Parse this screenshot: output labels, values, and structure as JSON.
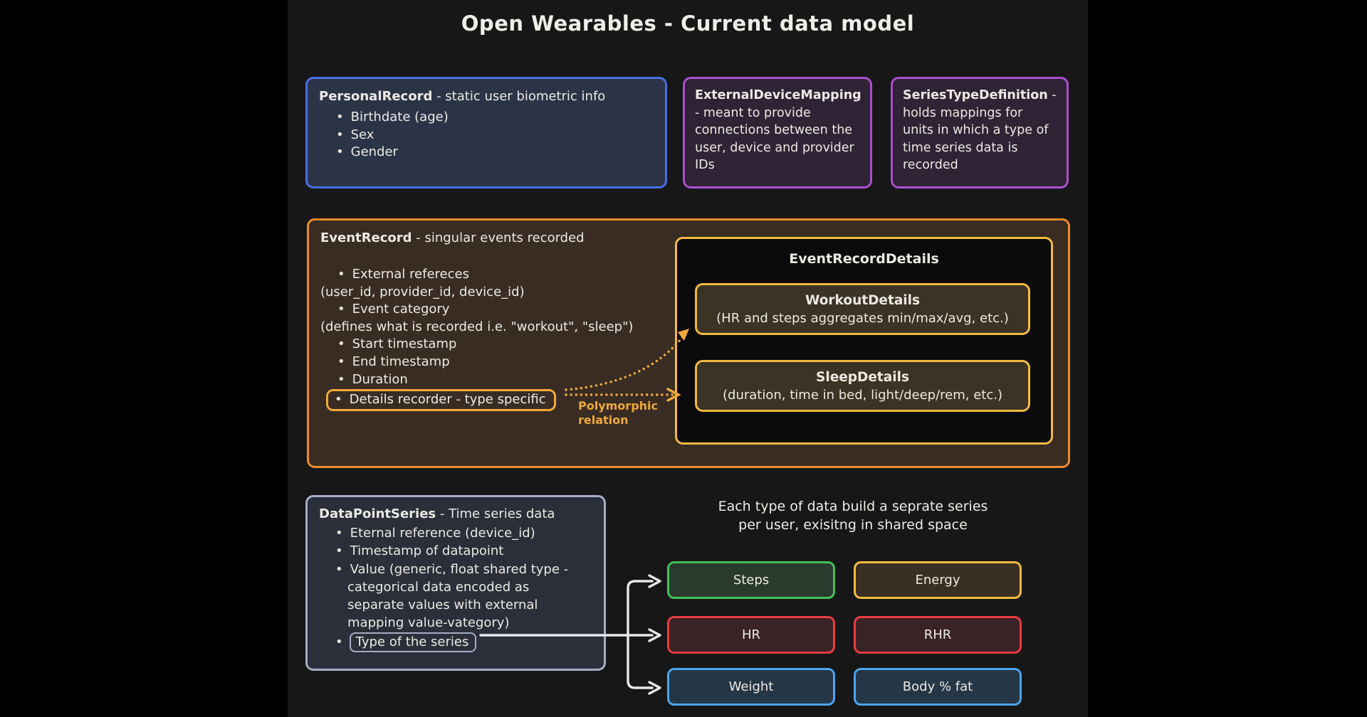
{
  "title": "Open Wearables - Current data model",
  "personal_record": {
    "name": "PersonalRecord",
    "desc": " - static user biometric info",
    "bullets": [
      "Birthdate (age)",
      "Sex",
      "Gender"
    ]
  },
  "external_device_mapping": {
    "name": "ExternalDeviceMapping",
    "desc": " - meant to provide connections between the user, device and provider IDs"
  },
  "series_type_definition": {
    "name": "SeriesTypeDefinition",
    "desc": " - holds mappings for units in which a type of time series data is recorded"
  },
  "event_record": {
    "name": "EventRecord",
    "desc": " - singular events recorded",
    "lines": [
      {
        "type": "bullet",
        "text": "External refereces"
      },
      {
        "type": "cont",
        "text": "(user_id, provider_id, device_id)"
      },
      {
        "type": "bullet",
        "text": "Event category"
      },
      {
        "type": "cont",
        "text": "(defines what is recorded i.e. \"workout\", \"sleep\")"
      },
      {
        "type": "bullet",
        "text": "Start timestamp"
      },
      {
        "type": "bullet",
        "text": "End timestamp"
      },
      {
        "type": "bullet",
        "text": "Duration"
      },
      {
        "type": "bullet-boxed",
        "text": "Details recorder - type specific"
      }
    ],
    "relation_label": [
      "Polymorphic",
      "relation"
    ]
  },
  "event_record_details": {
    "name": "EventRecordDetails",
    "children": [
      {
        "name": "WorkoutDetails",
        "desc": "(HR and steps aggregates min/max/avg, etc.)"
      },
      {
        "name": "SleepDetails",
        "desc": "(duration, time in bed, light/deep/rem, etc.)"
      }
    ]
  },
  "data_point_series": {
    "name": "DataPointSeries",
    "desc": " - Time series data",
    "lines": [
      {
        "type": "bullet",
        "text": "Eternal reference (device_id)"
      },
      {
        "type": "bullet",
        "text": "Timestamp of datapoint"
      },
      {
        "type": "bullet",
        "text": "Value (generic, float shared type -"
      },
      {
        "type": "cont",
        "text": "categorical data encoded as"
      },
      {
        "type": "cont",
        "text": "separate values with external"
      },
      {
        "type": "cont",
        "text": "mapping value-vategory)"
      },
      {
        "type": "bullet-boxed",
        "text": "Type of the series"
      }
    ]
  },
  "series_caption": {
    "line1": "Each type of data build a seprate series",
    "line2": "per user, exisitng in shared space"
  },
  "series_grid": [
    {
      "label": "Steps",
      "color": "#43c159"
    },
    {
      "label": "Energy",
      "color": "#f3ba3e"
    },
    {
      "label": "HR",
      "color": "#e93c40"
    },
    {
      "label": "RHR",
      "color": "#e93c40"
    },
    {
      "label": "Weight",
      "color": "#4ba5ef"
    },
    {
      "label": "Body % fat",
      "color": "#4ba5ef"
    }
  ],
  "colors": {
    "canvas_bg": "#171717",
    "blue_border": "#4a6de6",
    "blue_fill": "#2b3447",
    "purple_border": "#ab4fd2",
    "purple_fill": "#2f2335",
    "orange_border": "#ee8b2e",
    "orange_fill": "#392d23",
    "yellow_border": "#f2b944",
    "yellow_fill": "#3c3325",
    "details_bg": "#0a0a0a",
    "gray_border": "#a6adc5",
    "gray_fill": "#2a2f39",
    "arrow_white": "#e9e9e9",
    "relation_orange": "#f0a838",
    "text": "#eceae3"
  }
}
